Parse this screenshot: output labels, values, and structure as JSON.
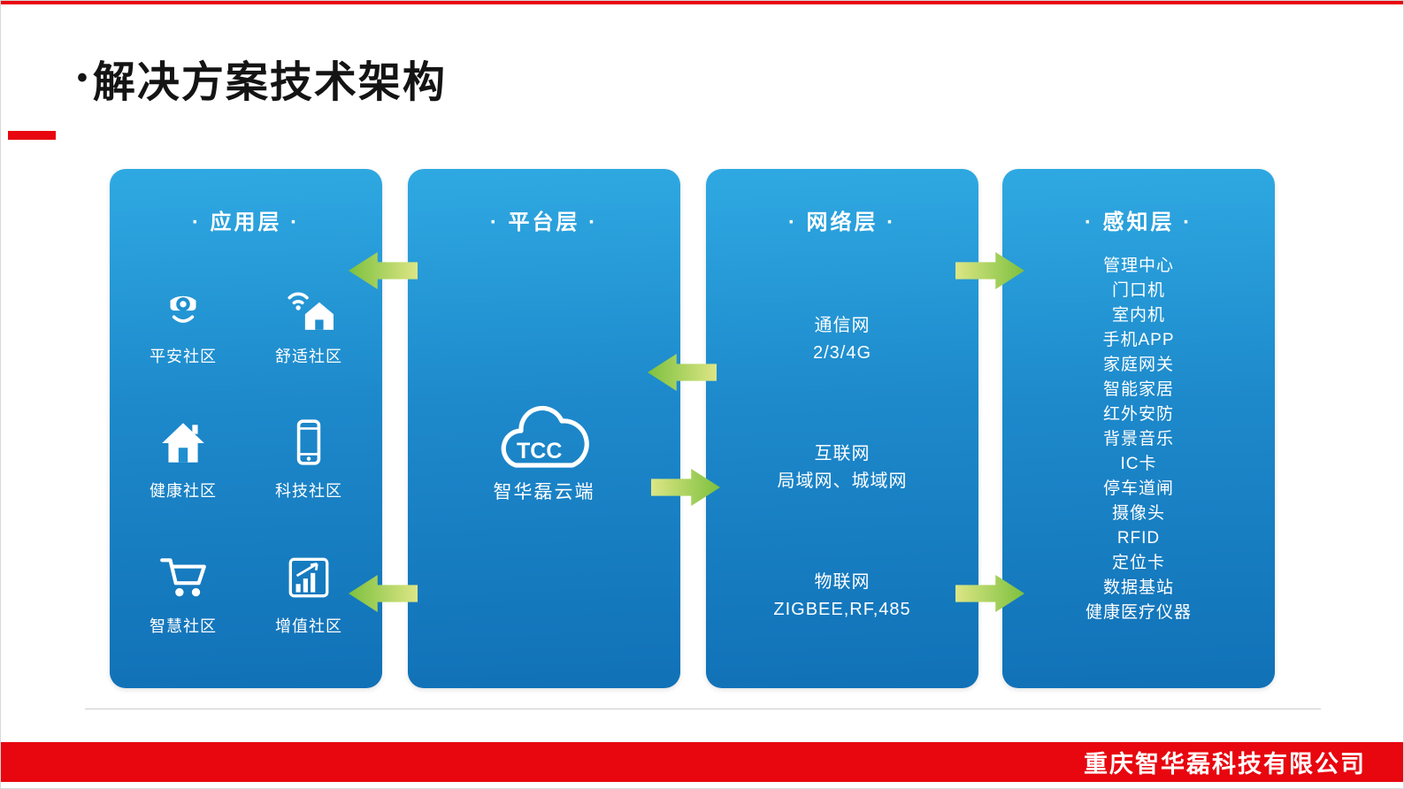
{
  "slide": {
    "title_bullet": "•",
    "title": "解决方案技术架构"
  },
  "columns": [
    {
      "header": "· 应用层 ·",
      "items": [
        {
          "icon": "dome-camera-icon",
          "label": "平安社区"
        },
        {
          "icon": "wifi-home-icon",
          "label": "舒适社区"
        },
        {
          "icon": "home-icon",
          "label": "健康社区"
        },
        {
          "icon": "smartphone-icon",
          "label": "科技社区"
        },
        {
          "icon": "shopping-cart-icon",
          "label": "智慧社区"
        },
        {
          "icon": "growth-chart-icon",
          "label": "增值社区"
        }
      ]
    },
    {
      "header": "· 平台层 ·",
      "cloud_label": "TCC",
      "caption": "智华磊云端"
    },
    {
      "header": "· 网络层 ·",
      "groups": [
        {
          "name": "通信网",
          "detail": "2/3/4G"
        },
        {
          "name": "互联网",
          "detail": "局域网、城域网"
        },
        {
          "name": "物联网",
          "detail": "ZIGBEE,RF,485"
        }
      ]
    },
    {
      "header": "· 感知层 ·",
      "items": [
        "管理中心",
        "门口机",
        "室内机",
        "手机APP",
        "家庭网关",
        "智能家居",
        "红外安防",
        "背景音乐",
        "IC卡",
        "停车道闸",
        "摄像头",
        "RFID",
        "定位卡",
        "数据基站",
        "健康医疗仪器"
      ]
    }
  ],
  "footer": {
    "company": "重庆智华磊科技有限公司"
  },
  "colors": {
    "column_gradient_top": "#2fa9e2",
    "column_gradient_bottom": "#1171b7",
    "arrow_light": "#dde685",
    "arrow_dark": "#7cc03e",
    "accent_red": "#e8060f",
    "text_white": "#ffffff"
  }
}
